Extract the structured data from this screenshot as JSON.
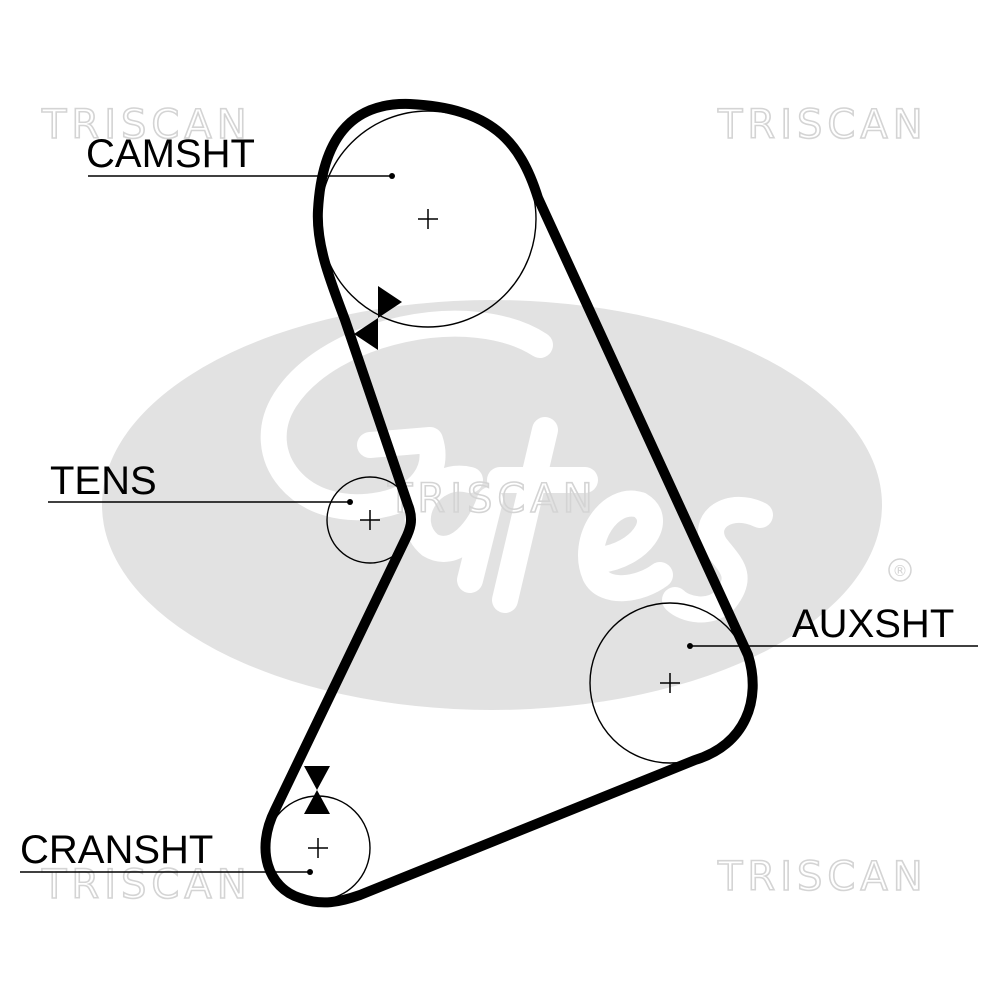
{
  "watermarks": {
    "brand_repeat": "TRISCAN",
    "logo_lettering": "Gates",
    "registered_mark": "®"
  },
  "labels": {
    "camshaft": "CAMSHT",
    "tensioner": "TENS",
    "auxiliary": "AUXSHT",
    "crankshaft": "CRANSHT"
  },
  "colors": {
    "ink": "#000000",
    "watermark": "#d4d4d4",
    "logo_oval": "#e2e2e2"
  }
}
